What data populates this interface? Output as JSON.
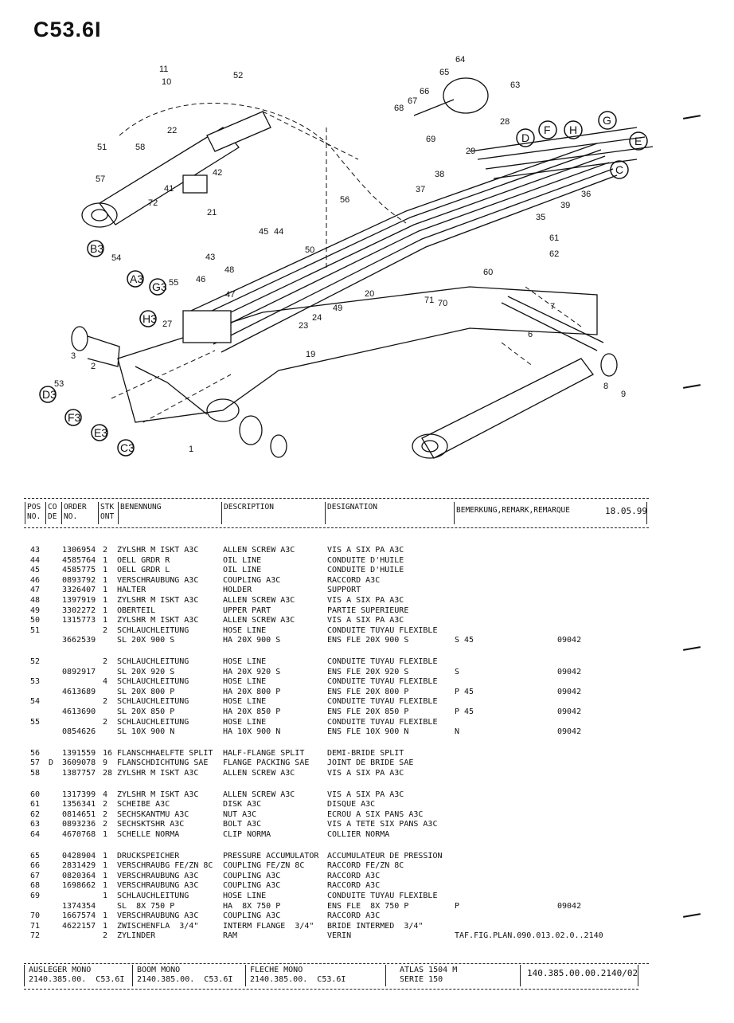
{
  "page_code": "C53.6I",
  "callouts": {
    "letters": [
      "B3",
      "A3",
      "G3",
      "H3",
      "D3",
      "F3",
      "E3",
      "C3",
      "D",
      "F",
      "H",
      "G",
      "E",
      "C"
    ],
    "numbers": [
      "1",
      "2",
      "3",
      "6",
      "7",
      "8",
      "9",
      "10",
      "11",
      "19",
      "20",
      "21",
      "22",
      "23",
      "24",
      "27",
      "28",
      "29",
      "35",
      "36",
      "37",
      "38",
      "39",
      "41",
      "42",
      "43",
      "44",
      "45",
      "46",
      "47",
      "48",
      "49",
      "50",
      "51",
      "52",
      "53",
      "54",
      "55",
      "56",
      "57",
      "58",
      "60",
      "61",
      "62",
      "63",
      "64",
      "65",
      "66",
      "67",
      "68",
      "69",
      "70",
      "71",
      "72"
    ]
  },
  "table_header": {
    "pos": "POS",
    "pos2": "NO.",
    "co": "CO",
    "co2": "DE",
    "order": "ORDER",
    "order2": "NO.",
    "stk": "STK",
    "stk2": "ONT",
    "benennung": "BENENNUNG",
    "description": "DESCRIPTION",
    "designation": "DESIGNATION",
    "remark": "BEMERKUNG,REMARK,REMARQUE",
    "date": "18.05.99"
  },
  "rows": [
    {
      "pos": "43",
      "code": "",
      "order": "1306954",
      "qty": "2",
      "ben": "ZYLSHR M ISKT A3C",
      "desc": "ALLEN SCREW A3C",
      "des": "VIS A SIX PA A3C",
      "rem": "",
      "num": ""
    },
    {
      "pos": "44",
      "code": "",
      "order": "4585764",
      "qty": "1",
      "ben": "OELL GRDR R",
      "desc": "OIL LINE",
      "des": "CONDUITE D'HUILE",
      "rem": "",
      "num": ""
    },
    {
      "pos": "45",
      "code": "",
      "order": "4585775",
      "qty": "1",
      "ben": "OELL GRDR L",
      "desc": "OIL LINE",
      "des": "CONDUITE D'HUILE",
      "rem": "",
      "num": ""
    },
    {
      "pos": "46",
      "code": "",
      "order": "0893792",
      "qty": "1",
      "ben": "VERSCHRAUBUNG A3C",
      "desc": "COUPLING A3C",
      "des": "RACCORD A3C",
      "rem": "",
      "num": ""
    },
    {
      "pos": "47",
      "code": "",
      "order": "3326407",
      "qty": "1",
      "ben": "HALTER",
      "desc": "HOLDER",
      "des": "SUPPORT",
      "rem": "",
      "num": ""
    },
    {
      "pos": "48",
      "code": "",
      "order": "1397919",
      "qty": "1",
      "ben": "ZYLSHR M ISKT A3C",
      "desc": "ALLEN SCREW A3C",
      "des": "VIS A SIX PA A3C",
      "rem": "",
      "num": ""
    },
    {
      "pos": "49",
      "code": "",
      "order": "3302272",
      "qty": "1",
      "ben": "OBERTEIL",
      "desc": "UPPER PART",
      "des": "PARTIE SUPERIEURE",
      "rem": "",
      "num": ""
    },
    {
      "pos": "50",
      "code": "",
      "order": "1315773",
      "qty": "1",
      "ben": "ZYLSHR M ISKT A3C",
      "desc": "ALLEN SCREW A3C",
      "des": "VIS A SIX PA A3C",
      "rem": "",
      "num": ""
    },
    {
      "pos": "51",
      "code": "",
      "order": "",
      "qty": "2",
      "ben": "SCHLAUCHLEITUNG",
      "desc": "HOSE LINE",
      "des": "CONDUITE TUYAU FLEXIBLE",
      "rem": "",
      "num": ""
    },
    {
      "pos": "",
      "code": "",
      "order": "3662539",
      "qty": "",
      "ben": "SL 20X 900 S",
      "desc": "HA 20X 900 S",
      "des": "ENS FLE 20X 900 S",
      "rem": "S 45",
      "num": "09042"
    },
    {
      "pos": "52",
      "code": "",
      "order": "",
      "qty": "2",
      "ben": "SCHLAUCHLEITUNG",
      "desc": "HOSE LINE",
      "des": "CONDUITE TUYAU FLEXIBLE",
      "rem": "",
      "num": ""
    },
    {
      "pos": "",
      "code": "",
      "order": "0892917",
      "qty": "",
      "ben": "SL 20X 920 S",
      "desc": "HA 20X 920 S",
      "des": "ENS FLE 20X 920 S",
      "rem": "S",
      "num": "09042"
    },
    {
      "pos": "53",
      "code": "",
      "order": "",
      "qty": "4",
      "ben": "SCHLAUCHLEITUNG",
      "desc": "HOSE LINE",
      "des": "CONDUITE TUYAU FLEXIBLE",
      "rem": "",
      "num": ""
    },
    {
      "pos": "",
      "code": "",
      "order": "4613689",
      "qty": "",
      "ben": "SL 20X 800 P",
      "desc": "HA 20X 800 P",
      "des": "ENS FLE 20X 800 P",
      "rem": "P 45",
      "num": "09042"
    },
    {
      "pos": "54",
      "code": "",
      "order": "",
      "qty": "2",
      "ben": "SCHLAUCHLEITUNG",
      "desc": "HOSE LINE",
      "des": "CONDUITE TUYAU FLEXIBLE",
      "rem": "",
      "num": ""
    },
    {
      "pos": "",
      "code": "",
      "order": "4613690",
      "qty": "",
      "ben": "SL 20X 850 P",
      "desc": "HA 20X 850 P",
      "des": "ENS FLE 20X 850 P",
      "rem": "P 45",
      "num": "09042"
    },
    {
      "pos": "55",
      "code": "",
      "order": "",
      "qty": "2",
      "ben": "SCHLAUCHLEITUNG",
      "desc": "HOSE LINE",
      "des": "CONDUITE TUYAU FLEXIBLE",
      "rem": "",
      "num": ""
    },
    {
      "pos": "",
      "code": "",
      "order": "0854626",
      "qty": "",
      "ben": "SL 10X 900 N",
      "desc": "HA 10X 900 N",
      "des": "ENS FLE 10X 900 N",
      "rem": "N",
      "num": "09042"
    },
    {
      "pos": "56",
      "code": "",
      "order": "1391559",
      "qty": "16",
      "ben": "FLANSCHHAELFTE SPLIT",
      "desc": "HALF-FLANGE SPLIT",
      "des": "DEMI-BRIDE SPLIT",
      "rem": "",
      "num": ""
    },
    {
      "pos": "57",
      "code": "D",
      "order": "3609078",
      "qty": "9",
      "ben": "FLANSCHDICHTUNG SAE",
      "desc": "FLANGE PACKING SAE",
      "des": "JOINT DE BRIDE SAE",
      "rem": "",
      "num": ""
    },
    {
      "pos": "58",
      "code": "",
      "order": "1387757",
      "qty": "28",
      "ben": "ZYLSHR M ISKT A3C",
      "desc": "ALLEN SCREW A3C",
      "des": "VIS A SIX PA A3C",
      "rem": "",
      "num": ""
    },
    {
      "pos": "60",
      "code": "",
      "order": "1317399",
      "qty": "4",
      "ben": "ZYLSHR M ISKT A3C",
      "desc": "ALLEN SCREW A3C",
      "des": "VIS A SIX PA A3C",
      "rem": "",
      "num": ""
    },
    {
      "pos": "61",
      "code": "",
      "order": "1356341",
      "qty": "2",
      "ben": "SCHEIBE A3C",
      "desc": "DISK A3C",
      "des": "DISQUE A3C",
      "rem": "",
      "num": ""
    },
    {
      "pos": "62",
      "code": "",
      "order": "0814651",
      "qty": "2",
      "ben": "SECHSKANTMU A3C",
      "desc": "NUT A3C",
      "des": "ECROU A SIX PANS A3C",
      "rem": "",
      "num": ""
    },
    {
      "pos": "63",
      "code": "",
      "order": "0893236",
      "qty": "2",
      "ben": "SECHSKTSHR A3C",
      "desc": "BOLT A3C",
      "des": "VIS A TETE SIX PANS A3C",
      "rem": "",
      "num": ""
    },
    {
      "pos": "64",
      "code": "",
      "order": "4670768",
      "qty": "1",
      "ben": "SCHELLE NORMA",
      "desc": "CLIP NORMA",
      "des": "COLLIER NORMA",
      "rem": "",
      "num": ""
    },
    {
      "pos": "65",
      "code": "",
      "order": "0428904",
      "qty": "1",
      "ben": "DRUCKSPEICHER",
      "desc": "PRESSURE ACCUMULATOR",
      "des": "ACCUMULATEUR DE PRESSION",
      "rem": "",
      "num": ""
    },
    {
      "pos": "66",
      "code": "",
      "order": "2831429",
      "qty": "1",
      "ben": "VERSCHRAUBG FE/ZN 8C",
      "desc": "COUPLING FE/ZN 8C",
      "des": "RACCORD FE/ZN 8C",
      "rem": "",
      "num": ""
    },
    {
      "pos": "67",
      "code": "",
      "order": "0820364",
      "qty": "1",
      "ben": "VERSCHRAUBUNG A3C",
      "desc": "COUPLING A3C",
      "des": "RACCORD A3C",
      "rem": "",
      "num": ""
    },
    {
      "pos": "68",
      "code": "",
      "order": "1698662",
      "qty": "1",
      "ben": "VERSCHRAUBUNG A3C",
      "desc": "COUPLING A3C",
      "des": "RACCORD A3C",
      "rem": "",
      "num": ""
    },
    {
      "pos": "69",
      "code": "",
      "order": "",
      "qty": "1",
      "ben": "SCHLAUCHLEITUNG",
      "desc": "HOSE LINE",
      "des": "CONDUITE TUYAU FLEXIBLE",
      "rem": "",
      "num": ""
    },
    {
      "pos": "",
      "code": "",
      "order": "1374354",
      "qty": "",
      "ben": "SL  8X 750 P",
      "desc": "HA  8X 750 P",
      "des": "ENS FLE  8X 750 P",
      "rem": "P",
      "num": "09042"
    },
    {
      "pos": "70",
      "code": "",
      "order": "1667574",
      "qty": "1",
      "ben": "VERSCHRAUBUNG A3C",
      "desc": "COUPLING A3C",
      "des": "RACCORD A3C",
      "rem": "",
      "num": ""
    },
    {
      "pos": "71",
      "code": "",
      "order": "4622157",
      "qty": "1",
      "ben": "ZWISCHENFLA  3/4\"",
      "desc": "INTERM FLANGE  3/4\"",
      "des": "BRIDE INTERMED  3/4\"",
      "rem": "",
      "num": ""
    },
    {
      "pos": "72",
      "code": "",
      "order": "",
      "qty": "2",
      "ben": "ZYLINDER",
      "desc": "RAM",
      "des": "VERIN",
      "rem": "TAF.FIG.PLAN.090.013.02.0..2140",
      "num": ""
    }
  ],
  "footer": {
    "ausleger": "AUSLEGER MONO",
    "ausleger_no": "2140.385.00.",
    "ausleger_pg": "C53.6I",
    "boom": "BOOM MONO",
    "boom_no": "2140.385.00.",
    "boom_pg": "C53.6I",
    "fleche": "FLECHE MONO",
    "fleche_no": "2140.385.00.",
    "fleche_pg": "C53.6I",
    "atlas": "ATLAS 1504 M",
    "serie": "SERIE 150",
    "ref": "140.385.00.00.2140/02"
  }
}
